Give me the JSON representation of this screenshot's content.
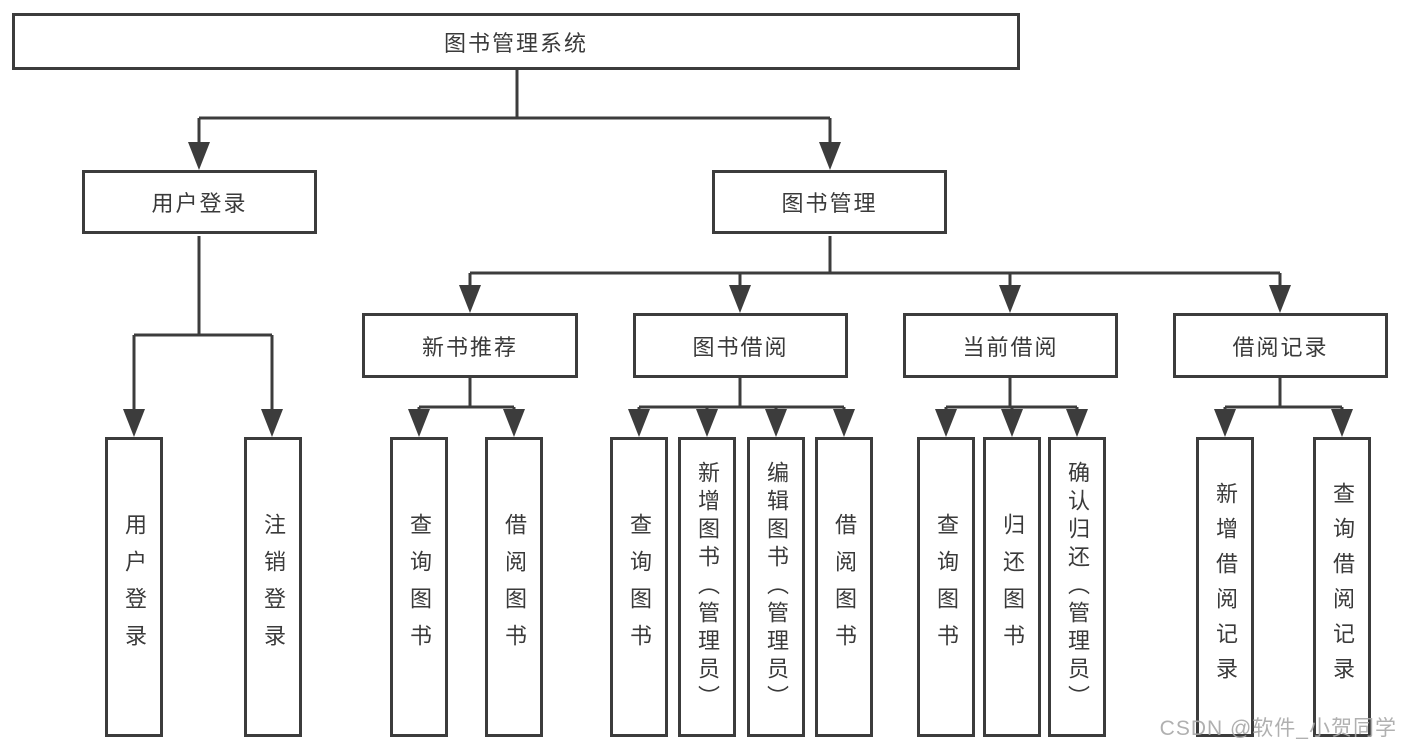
{
  "diagram": {
    "root": "图书管理系统",
    "level2": {
      "user_login": "用户登录",
      "book_management": "图书管理"
    },
    "level3": {
      "new_book_recommend": "新书推荐",
      "book_borrow": "图书借阅",
      "current_borrow": "当前借阅",
      "borrow_records": "借阅记录"
    },
    "leaves": {
      "user_login": [
        "用户登录",
        "注销登录"
      ],
      "new_book_recommend": [
        "查询图书",
        "借阅图书"
      ],
      "book_borrow": [
        "查询图书",
        "新增图书（管理员）",
        "编辑图书（管理员）",
        "借阅图书"
      ],
      "current_borrow": [
        "查询图书",
        "归还图书",
        "确认归还（管理员）"
      ],
      "borrow_records": [
        "新增借阅记录",
        "查询借阅记录"
      ]
    },
    "watermark": "CSDN @软件_小贺同学",
    "colors": {
      "line": "#3c3c3c",
      "text": "#3a3a3a",
      "watermark": "#a8a8a8",
      "background": "#ffffff"
    }
  }
}
